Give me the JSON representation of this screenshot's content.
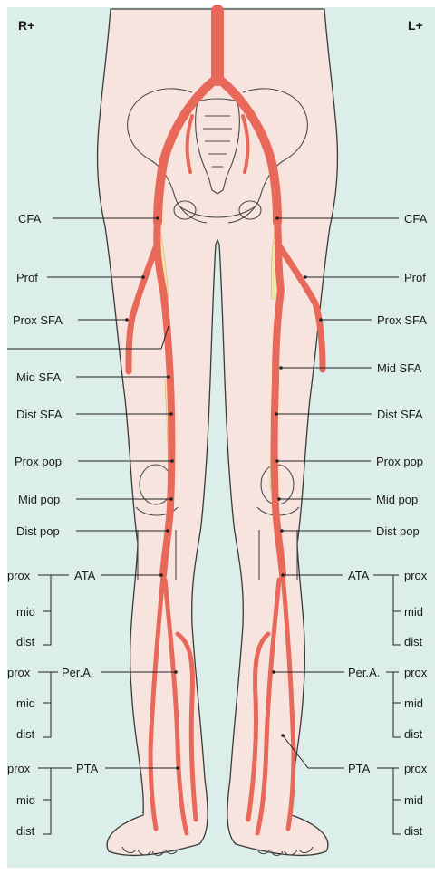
{
  "sides": {
    "right": "R+",
    "left": "L+"
  },
  "colors": {
    "background": "#dceee9",
    "skin": "#f8e4df",
    "artery": "#e8685a",
    "plaque": "#f3e6a8"
  },
  "labels": {
    "cfa": "CFA",
    "prof": "Prof",
    "prox_sfa": "Prox SFA",
    "mid_sfa": "Mid SFA",
    "dist_sfa": "Dist SFA",
    "prox_pop": "Prox pop",
    "mid_pop": "Mid pop",
    "dist_pop": "Dist pop",
    "ata": "ATA",
    "per_a": "Per.A.",
    "pta": "PTA",
    "prox": "prox",
    "mid": "mid",
    "dist": "dist"
  }
}
